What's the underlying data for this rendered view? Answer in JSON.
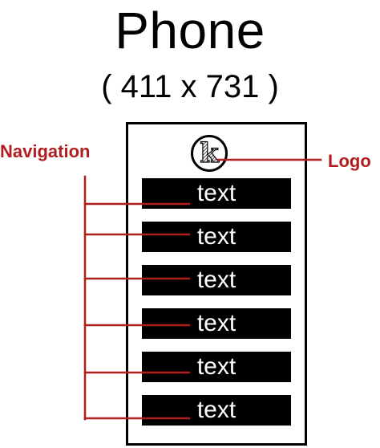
{
  "header": {
    "title": "Phone",
    "subtitle": "( 411 x 731 )"
  },
  "logo": {
    "letter": "k",
    "icon": "k-monogram-logo-icon"
  },
  "navigation": {
    "items": [
      {
        "label": "text"
      },
      {
        "label": "text"
      },
      {
        "label": "text"
      },
      {
        "label": "text"
      },
      {
        "label": "text"
      },
      {
        "label": "text"
      }
    ]
  },
  "annotations": {
    "navigation_label": "Navigation",
    "logo_label": "Logo"
  },
  "colors": {
    "annotation": "#b01e1e",
    "nav_background": "#000000",
    "nav_text": "#ffffff",
    "frame": "#000000"
  }
}
